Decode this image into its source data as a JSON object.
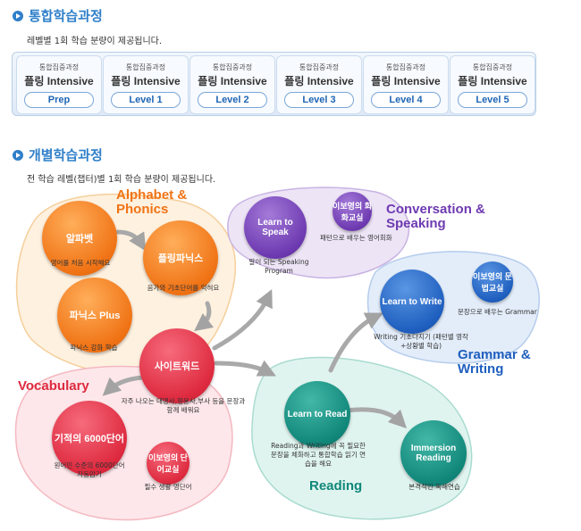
{
  "integrated": {
    "title": "통합학습과정",
    "description": "레벨별 1회 학습 분량이 제공됩니다.",
    "courses": [
      {
        "sub": "통합집중과정",
        "title": "플링 Intensive",
        "level": "Prep"
      },
      {
        "sub": "통합집중과정",
        "title": "플링 Intensive",
        "level": "Level 1"
      },
      {
        "sub": "통합집중과정",
        "title": "플링 Intensive",
        "level": "Level 2"
      },
      {
        "sub": "통합집중과정",
        "title": "플링 Intensive",
        "level": "Level 3"
      },
      {
        "sub": "통합집중과정",
        "title": "플링 Intensive",
        "level": "Level 4"
      },
      {
        "sub": "통합집중과정",
        "title": "플링 Intensive",
        "level": "Level 5"
      }
    ]
  },
  "individual": {
    "title": "개별학습과정",
    "description": "전 학습 레벨(챕터)별 1회 학습 분량이 제공됩니다."
  },
  "diagram": {
    "groups": {
      "alphabet": "Alphabet & Phonics",
      "conversation": "Conversation & Speaking",
      "grammar": "Grammar & Writing",
      "vocabulary": "Vocabulary",
      "reading": "Reading"
    },
    "nodes": {
      "alphabet": {
        "label": "알파벳",
        "caption": "영어를 처음 시작해요"
      },
      "flingphonics": {
        "label": "플링파닉스",
        "caption": "음가와 기초단어를 익혀요"
      },
      "phonicsplus": {
        "label": "파닉스 Plus",
        "caption": "파닉스 강화 학습"
      },
      "sightword": {
        "label": "사이트워드",
        "caption": "자주 나오는 대명사,형용사,부사 등을 문장과 함께 배워요"
      },
      "learntospeak": {
        "label": "Learn to Speak",
        "caption": "말이 되는 Speaking Program"
      },
      "ibocafe": {
        "label": "이보영의 회화교실",
        "caption": "패턴으로 배우는 영어회화"
      },
      "learntowrite": {
        "label": "Learn to Write",
        "caption": "Writing 기초다지기 (패턴별 영작+상황별 학습)"
      },
      "grammarclass": {
        "label": "이보영의 문법교실",
        "caption": "문장으로 배우는 Grammar"
      },
      "miracle6000": {
        "label": "기적의 6000단어",
        "caption": "원어민 수준의 6000단어 자동암기"
      },
      "vocabclass": {
        "label": "이보영의 단어교실",
        "caption": "필수 생활 영단어"
      },
      "learntoread": {
        "label": "Learn to Read",
        "caption": "Reading과 Writing에 꼭 필요한 문장을 체화하고 통합학습 읽기 연습을 해요"
      },
      "immersion": {
        "label": "Immersion Reading",
        "caption": "본격적인 독해연습"
      }
    },
    "colors": {
      "orange": "#f07315",
      "red": "#de2a3f",
      "purple": "#6e3ab1",
      "blue": "#1f5fbf",
      "teal": "#11877a"
    }
  }
}
